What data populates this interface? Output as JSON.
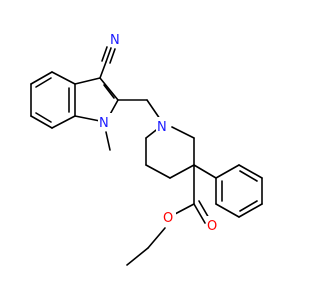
{
  "molecule": {
    "atoms": [
      {
        "id": "nitrile_n",
        "element": "N",
        "color": "#1a1aff"
      },
      {
        "id": "indole_n",
        "element": "N",
        "color": "#1a1aff"
      },
      {
        "id": "piperidine_n",
        "element": "N",
        "color": "#1a1aff"
      },
      {
        "id": "carbonyl_o",
        "element": "O",
        "color": "#ff0000"
      },
      {
        "id": "ester_o",
        "element": "O",
        "color": "#ff0000"
      }
    ]
  }
}
